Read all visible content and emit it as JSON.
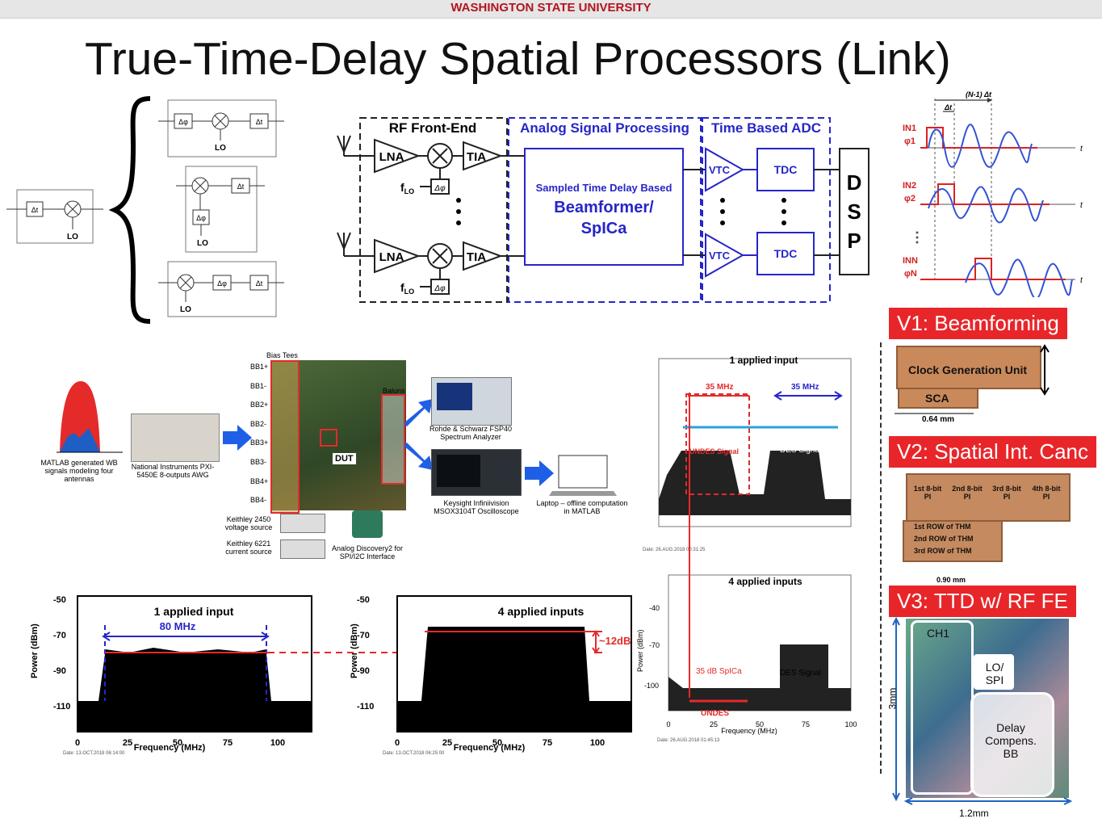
{
  "header": {
    "university": "WASHINGTON STATE UNIVERSITY"
  },
  "title": "True-Time-Delay Spatial Processors (Link)",
  "architectures": {
    "delta_t": "Δt",
    "delta_phi": "Δφ",
    "lo": "LO"
  },
  "block_diagram": {
    "rf_front_end": "RF Front-End",
    "analog_signal_processing": "Analog Signal Processing",
    "time_based_adc": "Time Based ADC",
    "lna": "LNA",
    "tia": "TIA",
    "flo": "f",
    "flo_sub": "LO",
    "beamformer_line1": "Sampled Time Delay Based",
    "beamformer_line2": "Beamformer/",
    "beamformer_line3": "SpICa",
    "vtc": "VTC",
    "tdc": "TDC",
    "dsp": [
      "D",
      "S",
      "P"
    ]
  },
  "waveforms": {
    "top_label": "(N-1) Δt",
    "dt_label": "Δt",
    "in1": "IN1",
    "phi1": "φ1",
    "in2": "IN2",
    "phi2": "φ2",
    "inN": "INN",
    "phiN": "φN",
    "t": "t"
  },
  "chips": {
    "v1": {
      "title": "V1: Beamforming",
      "block1": "Clock Generation Unit",
      "block2": "SCA",
      "dim": "0.64 mm"
    },
    "v2": {
      "title": "V2: Spatial Int. Canc",
      "pi": [
        "1st 8-bit PI",
        "2nd 8-bit PI",
        "3rd 8-bit PI",
        "4th 8-bit PI"
      ],
      "rows": [
        "1st ROW of THM",
        "2nd ROW of THM",
        "3rd ROW of THM"
      ],
      "dim": "0.90 mm"
    },
    "v3": {
      "title": "V3: TTD w/ RF FE",
      "ch1": "CH1",
      "lo_spi": "LO/ SPI",
      "delay": "Delay Compens. BB",
      "dim_h": "3mm",
      "dim_w": "1.2mm"
    }
  },
  "setup": {
    "matlab": "MATLAB generated WB signals modeling four antennas",
    "ni": "National Instruments PXI-5450E 8-outputs AWG",
    "bias_tees": "Bias Tees",
    "bb_labels": [
      "BB1+",
      "BB1-",
      "BB2+",
      "BB2-",
      "BB3+",
      "BB3-",
      "BB4+",
      "BB4-"
    ],
    "dut": "DUT",
    "baluns": "Baluns",
    "rs": "Rohde & Schwarz FSP40 Spectrum Analyzer",
    "keysight": "Keysight Infiniivision MSOX3104T Oscilloscope",
    "laptop": "Laptop – offline computation in MATLAB",
    "k2450": "Keithley 2450 voltage source",
    "k6221": "Keithley 6221 current source",
    "ad2": "Analog Discovery2 for SPI/I2C Interface"
  },
  "spectra_left": {
    "plot1_title": "1 applied input",
    "plot1_bw": "80 MHz",
    "plot2_title": "4 applied inputs",
    "delta": "~12dB",
    "ylabel": "Power (dBm)",
    "xlabel": "Frequency (MHz)",
    "yticks": [
      "-50",
      "-70",
      "-90",
      "-110"
    ],
    "xticks": [
      "0",
      "25",
      "50",
      "75",
      "100"
    ],
    "date": "Date: 13.OCT.2018  06:14:00",
    "date2": "Date: 13.OCT.2018  06:25:00"
  },
  "spectra_right": {
    "top_title": "1 applied input",
    "mhz_left": "35 MHz",
    "mhz_right": "35 MHz",
    "undes": "UNDES Signal",
    "des": "DES Signal",
    "date1": "Date: 26.AUG.2018  00:31:25",
    "bottom_title": "4 applied inputs",
    "yticks": [
      "-40",
      "-70",
      "-100"
    ],
    "xticks": [
      "0",
      "25",
      "50",
      "75",
      "100"
    ],
    "ylabel": "Power (dBm)",
    "xlabel": "Frequency (MHz)",
    "spica": "35 dB SpICa",
    "undes2": "UNDES",
    "des2": "DES  Signal",
    "date2": "Date: 26.AUG.2018  01:45:13"
  },
  "colors": {
    "wsu_red": "#b3141f",
    "blue_dash": "#2626c8",
    "red": "#e8262a"
  }
}
